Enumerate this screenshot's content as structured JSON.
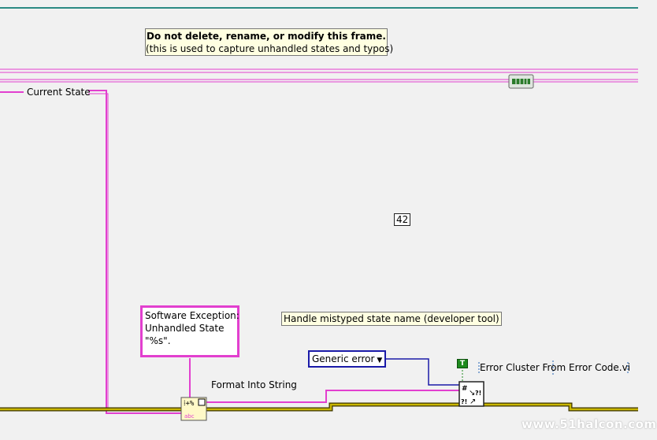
{
  "frame_note": {
    "line1": "Do not delete, rename, or modify this frame.",
    "line2": "(this is used to capture unhandled states and typos)"
  },
  "terminal_label": "Current State",
  "numeric_constant": "42",
  "handle_note": "Handle mistyped state name (developer tool)",
  "exception_string": "Software Exception:\nUnhandled State\n\"%s\".",
  "format_label": "Format Into String",
  "error_enum": "Generic error",
  "bool_constant": "T",
  "subvi_label": "Error Cluster From Error Code.vi",
  "watermark": "www.51halcon.com",
  "colors": {
    "string_wire": "#e23fcf",
    "enum_wire": "#1a1aa8",
    "error_wire": "#b7a300",
    "frame_border": "#2c8a83",
    "background": "#f1f1f1"
  }
}
